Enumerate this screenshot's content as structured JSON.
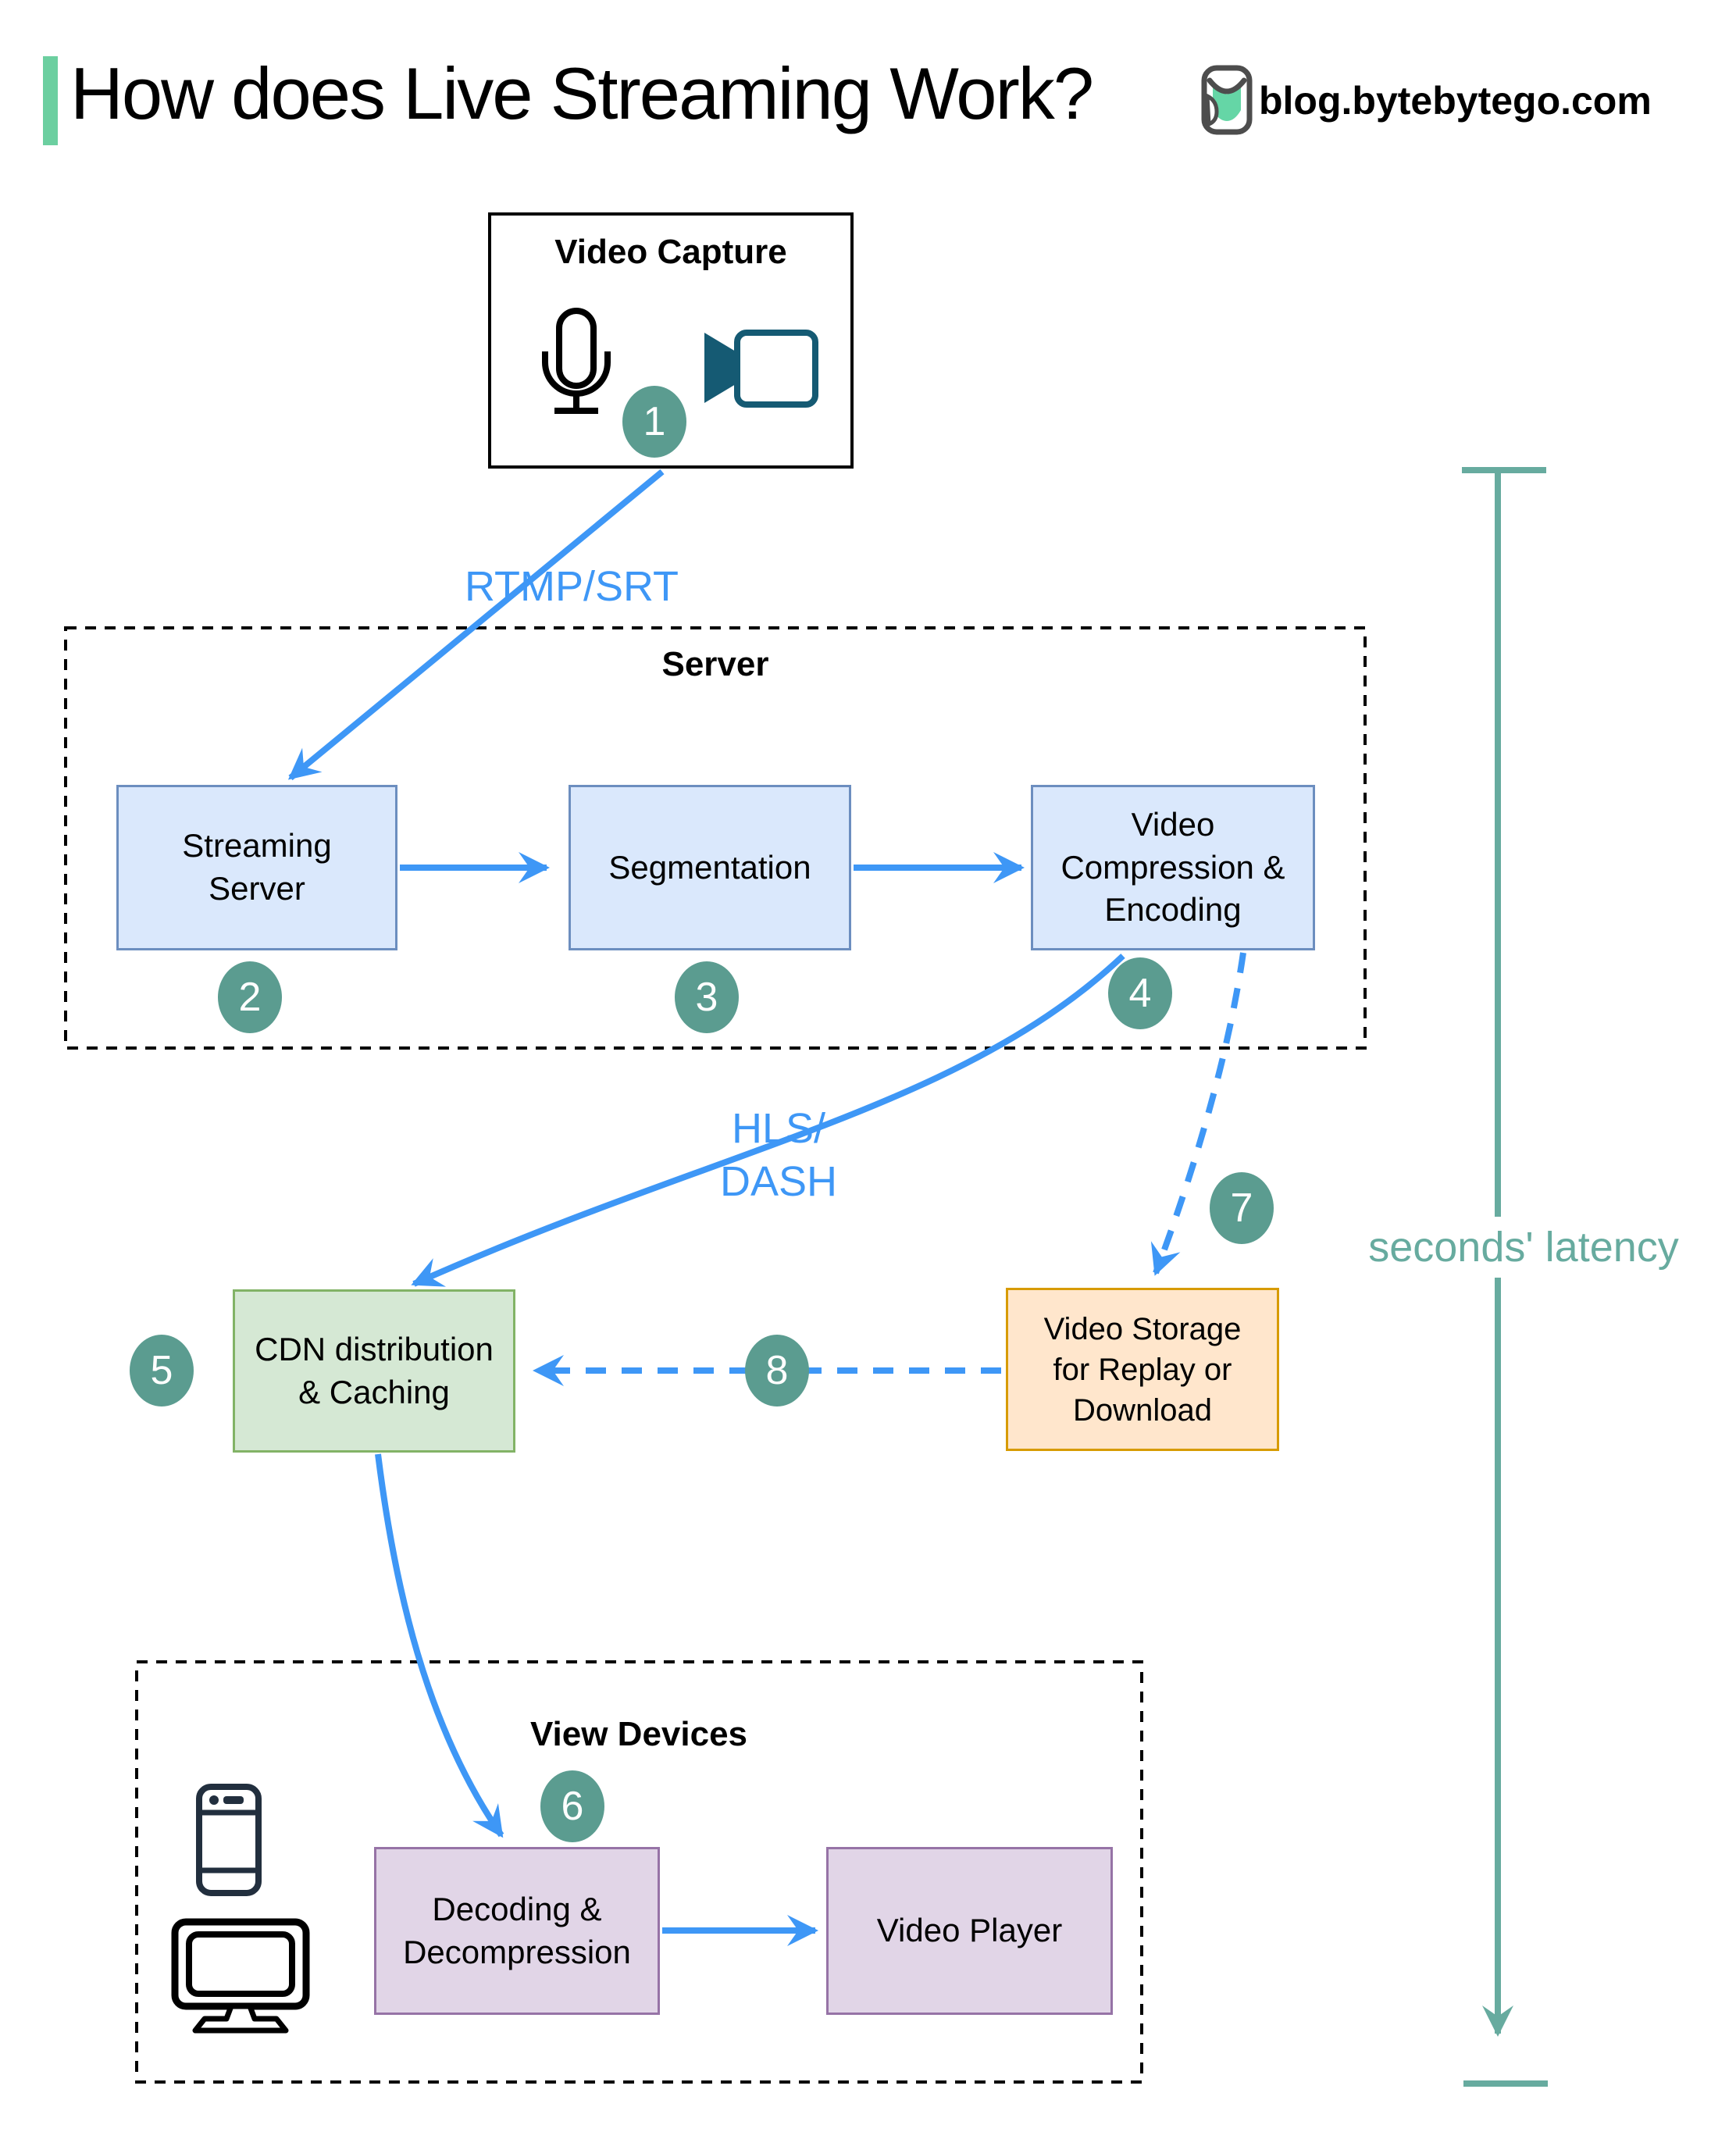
{
  "header": {
    "title": "How does Live Streaming Work?",
    "site": "blog.bytebytego.com"
  },
  "groups": {
    "server": "Server",
    "view_devices": "View Devices"
  },
  "nodes": {
    "video_capture": "Video Capture",
    "streaming_server": "Streaming\nServer",
    "segmentation": "Segmentation",
    "compression": "Video\nCompression &\nEncoding",
    "cdn": "CDN distribution\n& Caching",
    "storage": "Video Storage\nfor Replay or\nDownload",
    "decoding": "Decoding &\nDecompression",
    "player": "Video Player"
  },
  "labels": {
    "rtmp": "RTMP/SRT",
    "hls": "HLS/\nDASH",
    "latency": "seconds' latency"
  },
  "steps": [
    "1",
    "2",
    "3",
    "4",
    "5",
    "6",
    "7",
    "8"
  ],
  "icons": {
    "microphone": "microphone-icon",
    "video_camera": "video-camera-icon",
    "smartphone": "smartphone-icon",
    "monitor": "monitor-icon",
    "logo": "bytebytego-owl-icon"
  },
  "colors": {
    "accent-blue": "#3e97f6",
    "teal": "#67ab9f",
    "badge": "#5b9c90",
    "bar-green": "#6ccfa0",
    "logo-green": "#65d6a6",
    "box-blue-fill": "#dae8fc",
    "box-blue-border": "#6c8ebf",
    "box-green-fill": "#d5e8d4",
    "box-green-border": "#82b366",
    "box-orange-fill": "#ffe6cc",
    "box-orange-border": "#d79b00",
    "box-purple-fill": "#e1d5e7",
    "box-purple-border": "#9673a6",
    "camera-ink": "#155a73",
    "device-ink": "#222f3e"
  }
}
